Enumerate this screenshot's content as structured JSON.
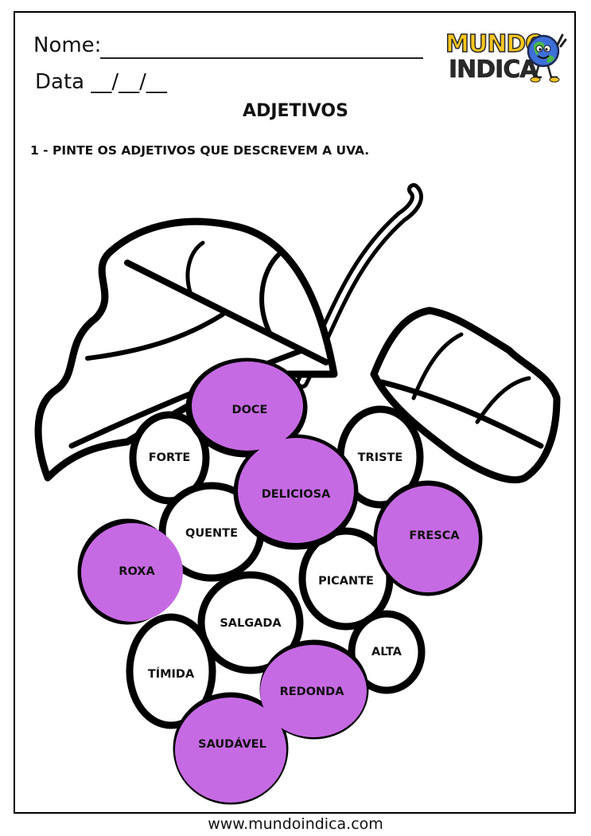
{
  "header": {
    "name_label": "Nome:",
    "date_label": "Data __/__/__",
    "logo_line1": "MUNDO",
    "logo_line2": "INDICA"
  },
  "worksheet": {
    "title": "ADJETIVOS",
    "instruction": "1 - PINTE OS ADJETIVOS QUE DESCREVEM A UVA."
  },
  "grapes": [
    {
      "word": "DOCE",
      "painted": true
    },
    {
      "word": "FORTE",
      "painted": false
    },
    {
      "word": "TRISTE",
      "painted": false
    },
    {
      "word": "DELICIOSA",
      "painted": true
    },
    {
      "word": "QUENTE",
      "painted": false
    },
    {
      "word": "FRESCA",
      "painted": true
    },
    {
      "word": "ROXA",
      "painted": true
    },
    {
      "word": "PICANTE",
      "painted": false
    },
    {
      "word": "SALGADA",
      "painted": false
    },
    {
      "word": "ALTA",
      "painted": false
    },
    {
      "word": "TÍMIDA",
      "painted": false
    },
    {
      "word": "REDONDA",
      "painted": true
    },
    {
      "word": "SAUDÁVEL",
      "painted": true
    }
  ],
  "colors": {
    "paint": "#c66ae3",
    "outline": "#000000",
    "logo_yellow": "#f7c51e",
    "globe_blue": "#3e6fd8"
  },
  "footer": {
    "url": "www.mundoindica.com"
  }
}
